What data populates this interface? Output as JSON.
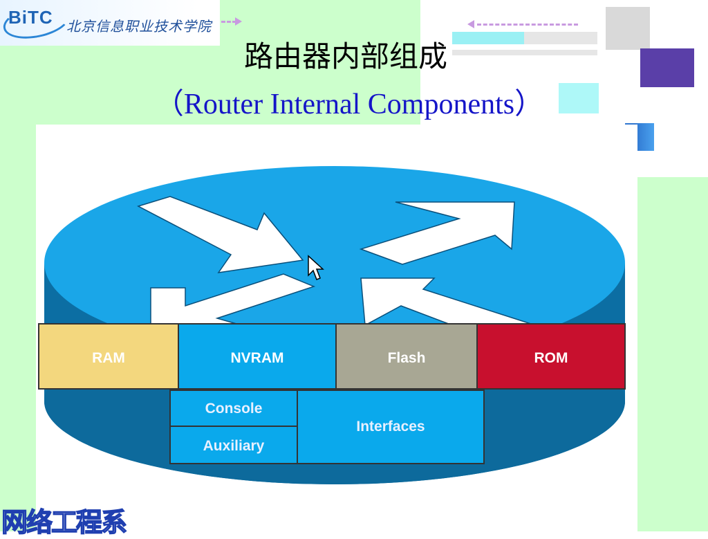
{
  "logo": {
    "brand": "BiTC",
    "school_name_cn": "北京信息职业技术学院"
  },
  "title": {
    "cn": "路由器内部组成",
    "en_open": "（",
    "en": "Router Internal Components",
    "en_close": "）"
  },
  "diagram": {
    "top_row": [
      {
        "label": "RAM",
        "color": "#f3d77e"
      },
      {
        "label": "NVRAM",
        "color": "#0aa9ec"
      },
      {
        "label": "Flash",
        "color": "#a8a794"
      },
      {
        "label": "ROM",
        "color": "#c8102e"
      }
    ],
    "bottom_left": [
      {
        "label": "Console",
        "color": "#0aa9ec"
      },
      {
        "label": "Auxiliary",
        "color": "#0aa9ec"
      }
    ],
    "bottom_right": {
      "label": "Interfaces",
      "color": "#0aa9ec"
    },
    "disk_top_color": "#1aa6e8",
    "disk_side_color": "#0c6ea3"
  },
  "footer": {
    "label": "网络工程系"
  },
  "colors": {
    "background_green": "#ccffcc",
    "title_blue": "#1515c8",
    "accent_purple": "#5a3fa8"
  }
}
